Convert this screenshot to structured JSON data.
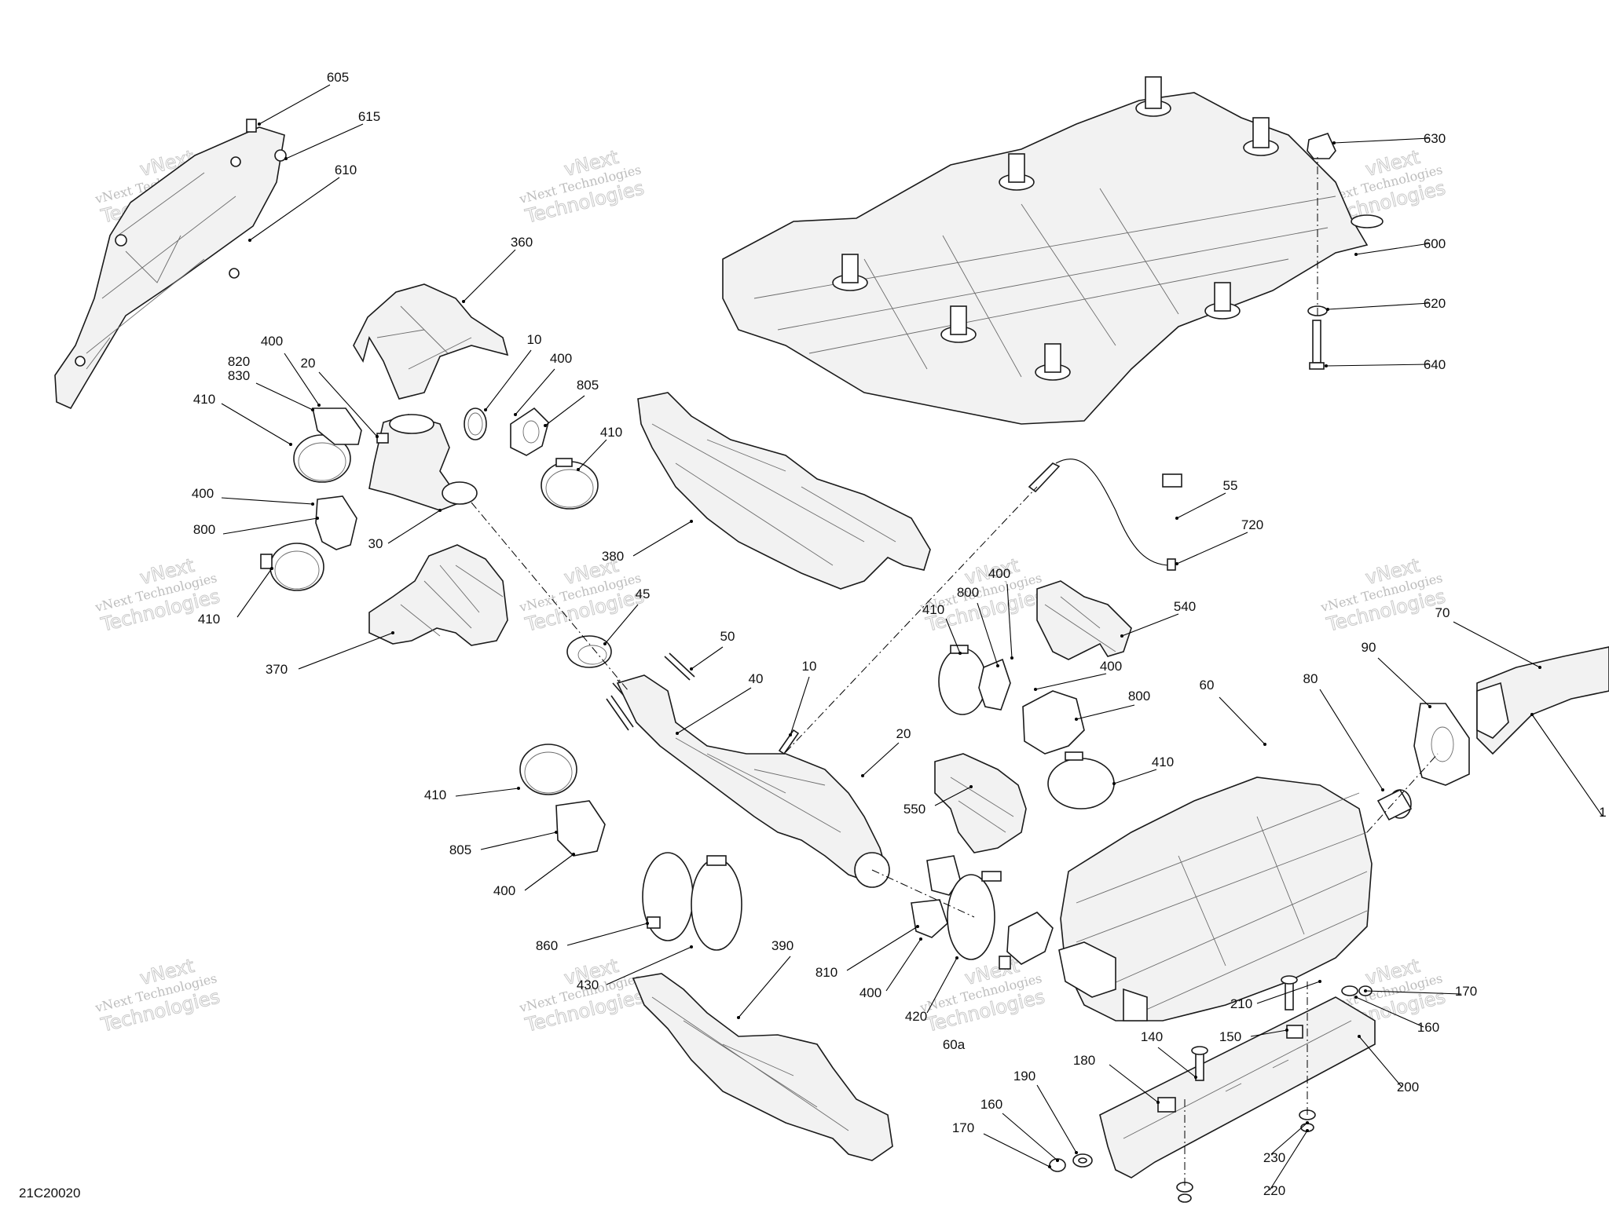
{
  "diagram": {
    "drawing_code": "21C20020",
    "watermark": {
      "line1": "vNext",
      "line2": "vNext Technologies",
      "line3": "Technologies"
    },
    "callouts": [
      {
        "id": "c605",
        "label": "605"
      },
      {
        "id": "c615",
        "label": "615"
      },
      {
        "id": "c610",
        "label": "610"
      },
      {
        "id": "c360",
        "label": "360"
      },
      {
        "id": "c400a",
        "label": "400"
      },
      {
        "id": "c820",
        "label": "820"
      },
      {
        "id": "c830",
        "label": "830"
      },
      {
        "id": "c20a",
        "label": "20"
      },
      {
        "id": "c10a",
        "label": "10"
      },
      {
        "id": "c400b",
        "label": "400"
      },
      {
        "id": "c805a",
        "label": "805"
      },
      {
        "id": "c410a",
        "label": "410"
      },
      {
        "id": "c410b",
        "label": "410"
      },
      {
        "id": "c400c",
        "label": "400"
      },
      {
        "id": "c800a",
        "label": "800"
      },
      {
        "id": "c30",
        "label": "30"
      },
      {
        "id": "c410c",
        "label": "410"
      },
      {
        "id": "c370",
        "label": "370"
      },
      {
        "id": "c380",
        "label": "380"
      },
      {
        "id": "c45",
        "label": "45"
      },
      {
        "id": "c50",
        "label": "50"
      },
      {
        "id": "c40",
        "label": "40"
      },
      {
        "id": "c10b",
        "label": "10"
      },
      {
        "id": "c20b",
        "label": "20"
      },
      {
        "id": "c410d",
        "label": "410"
      },
      {
        "id": "c805b",
        "label": "805"
      },
      {
        "id": "c400d",
        "label": "400"
      },
      {
        "id": "c860",
        "label": "860"
      },
      {
        "id": "c430",
        "label": "430"
      },
      {
        "id": "c390",
        "label": "390"
      },
      {
        "id": "c810",
        "label": "810"
      },
      {
        "id": "c400e",
        "label": "400"
      },
      {
        "id": "c420",
        "label": "420"
      },
      {
        "id": "c60a",
        "label": "60a"
      },
      {
        "id": "c630",
        "label": "630"
      },
      {
        "id": "c600",
        "label": "600"
      },
      {
        "id": "c620",
        "label": "620"
      },
      {
        "id": "c640",
        "label": "640"
      },
      {
        "id": "c55",
        "label": "55"
      },
      {
        "id": "c720",
        "label": "720"
      },
      {
        "id": "c400f",
        "label": "400"
      },
      {
        "id": "c800b",
        "label": "800"
      },
      {
        "id": "c540",
        "label": "540"
      },
      {
        "id": "c410e",
        "label": "410"
      },
      {
        "id": "c400g",
        "label": "400"
      },
      {
        "id": "c800c",
        "label": "800"
      },
      {
        "id": "c410f",
        "label": "410"
      },
      {
        "id": "c550",
        "label": "550"
      },
      {
        "id": "c60",
        "label": "60"
      },
      {
        "id": "c70",
        "label": "70"
      },
      {
        "id": "c80",
        "label": "80"
      },
      {
        "id": "c90",
        "label": "90"
      },
      {
        "id": "c1",
        "label": "1"
      },
      {
        "id": "c210",
        "label": "210"
      },
      {
        "id": "c170a",
        "label": "170"
      },
      {
        "id": "c160a",
        "label": "160"
      },
      {
        "id": "c150",
        "label": "150"
      },
      {
        "id": "c140",
        "label": "140"
      },
      {
        "id": "c180",
        "label": "180"
      },
      {
        "id": "c200",
        "label": "200"
      },
      {
        "id": "c190",
        "label": "190"
      },
      {
        "id": "c160b",
        "label": "160"
      },
      {
        "id": "c170b",
        "label": "170"
      },
      {
        "id": "c230",
        "label": "230"
      },
      {
        "id": "c220",
        "label": "220"
      }
    ]
  }
}
